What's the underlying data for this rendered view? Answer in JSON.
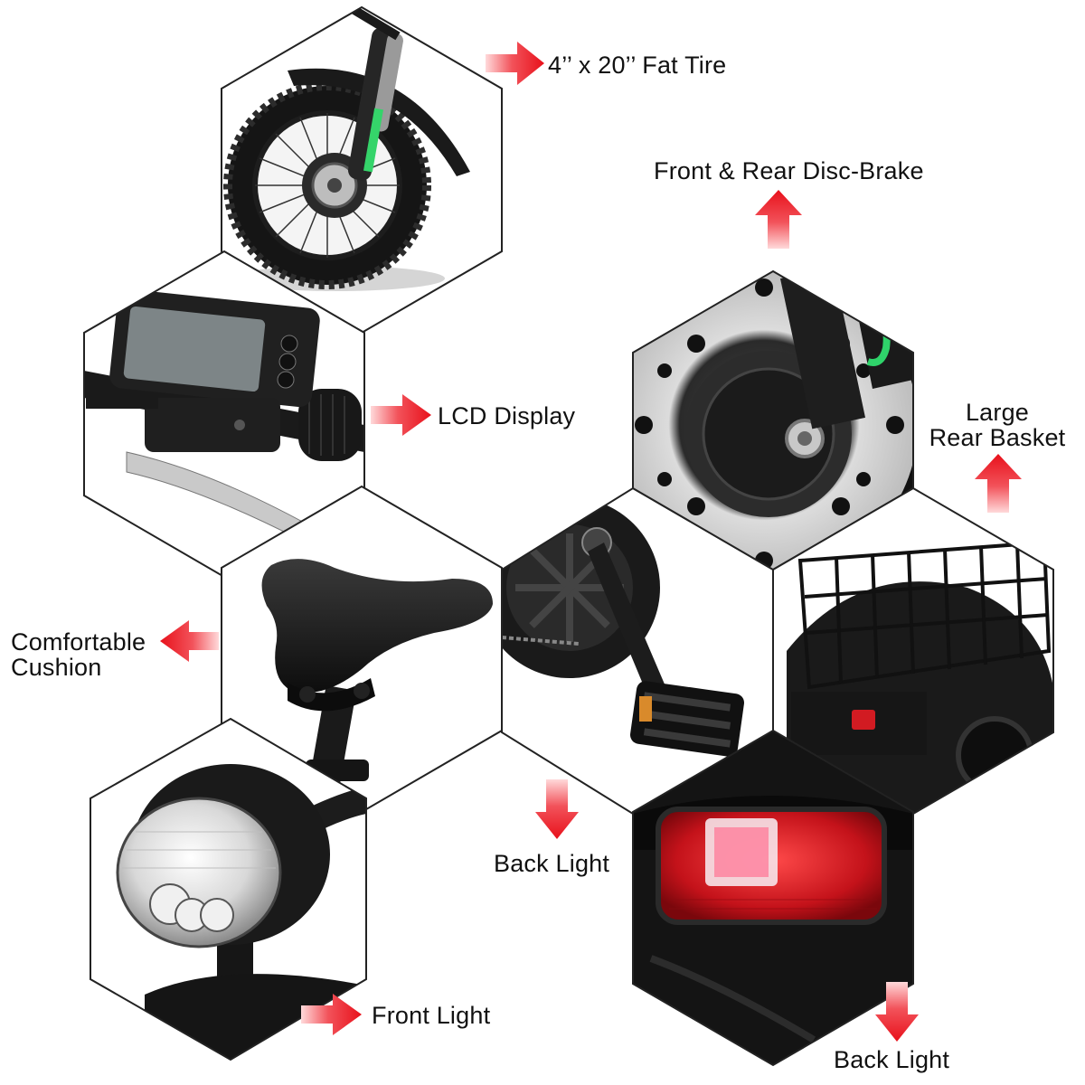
{
  "accent_color": "#e8111b",
  "features": [
    {
      "id": "fat-tire",
      "label": "4’’ x 20’’ Fat Tire",
      "arrow": "right",
      "depicts": "front fat tire with fender and fork"
    },
    {
      "id": "disc-brake",
      "label": "Front & Rear Disc-Brake",
      "arrow": "up",
      "depicts": "brake rotor on hub motor"
    },
    {
      "id": "lcd-display",
      "label": "LCD Display",
      "arrow": "right",
      "depicts": "handlebar LCD display and brake lever"
    },
    {
      "id": "rear-basket",
      "label_line1": "Large",
      "label_line2": "Rear Basket",
      "arrow": "up",
      "depicts": "wire rear basket"
    },
    {
      "id": "cushion",
      "label_line1": "Comfortable",
      "label_line2": "Cushion",
      "arrow": "left",
      "depicts": "saddle on seat post"
    },
    {
      "id": "pedal",
      "depicts": "crank arm and pedal"
    },
    {
      "id": "back-light-center",
      "label": "Back Light",
      "arrow": "down"
    },
    {
      "id": "front-light",
      "label": "Front Light",
      "arrow": "right",
      "depicts": "front headlight"
    },
    {
      "id": "back-light-photo",
      "depicts": "red rear reflector light"
    },
    {
      "id": "back-light-bottom",
      "label": "Back Light",
      "arrow": "down"
    }
  ]
}
